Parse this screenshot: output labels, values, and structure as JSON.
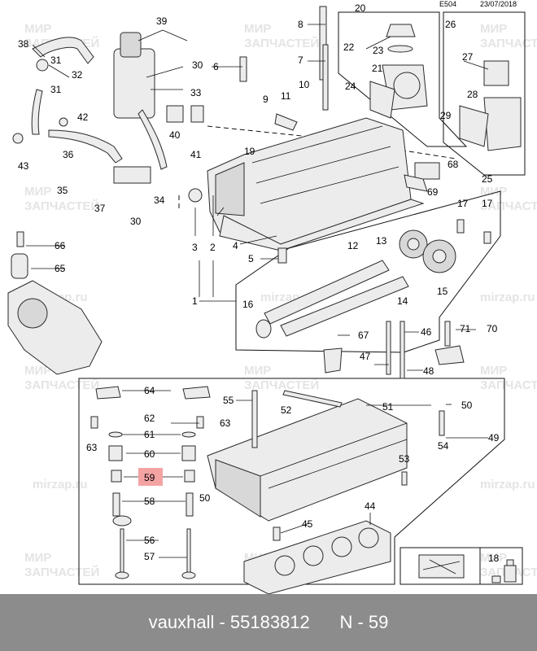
{
  "header": {
    "code": "E504",
    "date": "23/07/2018"
  },
  "watermark": {
    "line1": "МИР",
    "line2": "ЗАПЧАСТЕЙ",
    "site": "mirzap.ru"
  },
  "highlight": {
    "label": "59",
    "color": "#f4a3a3"
  },
  "callouts": [
    "1",
    "2",
    "3",
    "4",
    "5",
    "6",
    "7",
    "8",
    "9",
    "10",
    "11",
    "12",
    "13",
    "14",
    "15",
    "16",
    "17",
    "18",
    "19",
    "20",
    "21",
    "22",
    "23",
    "24",
    "25",
    "26",
    "27",
    "28",
    "29",
    "30",
    "31",
    "32",
    "33",
    "34",
    "35",
    "36",
    "37",
    "38",
    "39",
    "40",
    "41",
    "42",
    "43",
    "44",
    "45",
    "46",
    "47",
    "48",
    "49",
    "50",
    "51",
    "52",
    "53",
    "54",
    "55",
    "56",
    "57",
    "58",
    "60",
    "61",
    "62",
    "63",
    "64",
    "65",
    "66",
    "67",
    "68",
    "69",
    "70",
    "71"
  ],
  "footer": {
    "text": "vauxhall - 55183812      N - 59"
  }
}
